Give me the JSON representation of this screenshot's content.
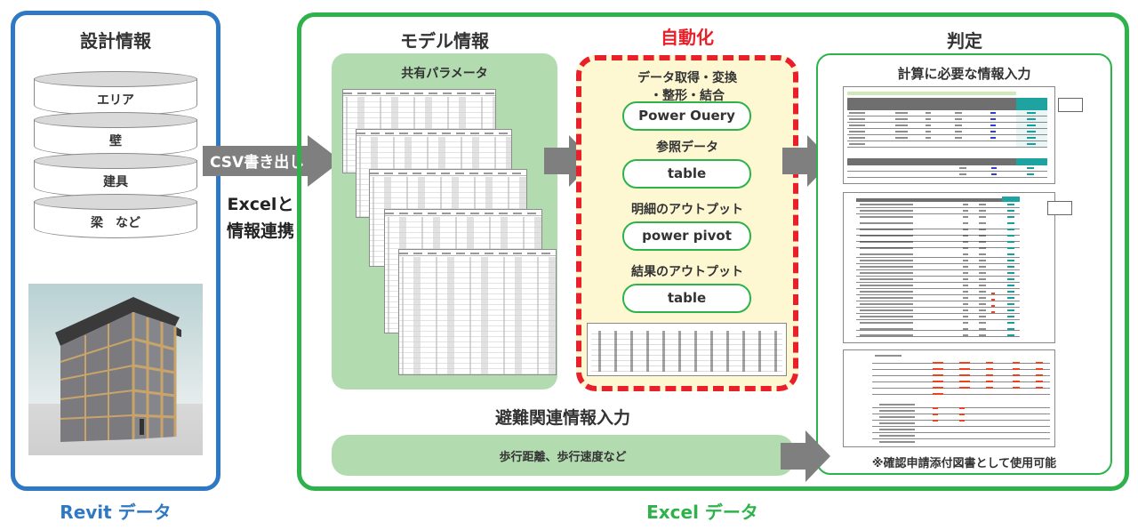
{
  "revit": {
    "title": "設計情報",
    "layers": [
      "エリア",
      "壁",
      "建具",
      "梁　など"
    ],
    "footer_label": "Revit データ",
    "image_alt": "Revit building model",
    "color": "#2f78c4"
  },
  "transfer": {
    "csv_label": "CSV書き出し",
    "excel_link_line1": "Excelと",
    "excel_link_line2": "情報連携"
  },
  "excel": {
    "footer_label": "Excel データ",
    "color": "#2db34a",
    "model": {
      "title": "モデル情報",
      "panel_title": "共有パラメータ",
      "sheet_count": 5
    },
    "automation": {
      "title": "自動化",
      "color": "#e8202a",
      "steps": [
        {
          "label": "データ取得・変換\n・整形・結合",
          "line1": "データ取得・変換",
          "line2": "・整形・結合",
          "tool": "Power Ouery"
        },
        {
          "label": "参照データ",
          "tool": "table"
        },
        {
          "label": "明細のアウトプット",
          "tool": "power pivot"
        },
        {
          "label": "結果のアウトプット",
          "tool": "table"
        }
      ]
    },
    "judgement": {
      "title": "判定",
      "panel_title": "計算に必要な情報入力",
      "note": "※確認申請添付図書として使用可能"
    },
    "evacuation": {
      "title": "避難関連情報入力",
      "detail": "歩行距離、歩行速度など"
    }
  }
}
